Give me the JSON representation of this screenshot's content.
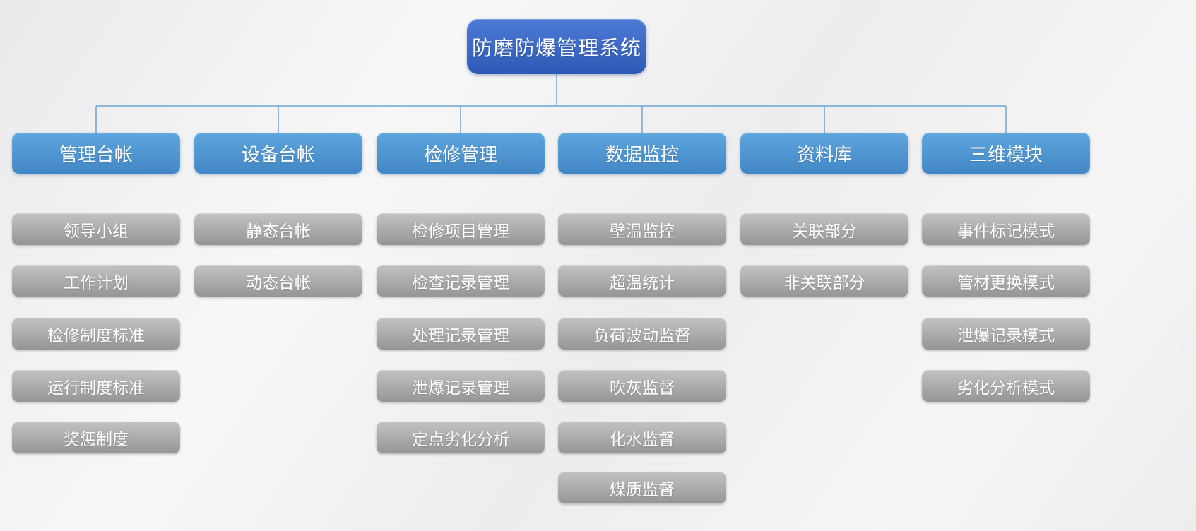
{
  "title": "防磨防爆管理系统",
  "colors": {
    "root_top": "#4c7bd6",
    "root_bottom": "#2e59b6",
    "branch_top": "#5ea6de",
    "branch_bottom": "#4287c5",
    "leaf_top": "#c2c2c2",
    "leaf_bottom": "#969696",
    "connector": "#6fa5d2",
    "text_white": "#ffffff"
  },
  "columns": [
    {
      "header": "管理台帐",
      "items": [
        "领导小组",
        "工作计划",
        "检修制度标准",
        "运行制度标准",
        "奖惩制度"
      ]
    },
    {
      "header": "设备台帐",
      "items": [
        "静态台帐",
        "动态台帐"
      ]
    },
    {
      "header": "检修管理",
      "items": [
        "检修项目管理",
        "检查记录管理",
        "处理记录管理",
        "泄爆记录管理",
        "定点劣化分析"
      ]
    },
    {
      "header": "数据监控",
      "items": [
        "壁温监控",
        "超温统计",
        "负荷波动监督",
        "吹灰监督",
        "化水监督",
        "煤质监督"
      ]
    },
    {
      "header": "资料库",
      "items": [
        "关联部分",
        "非关联部分"
      ]
    },
    {
      "header": "三维模块",
      "items": [
        "事件标记模式",
        "管材更换模式",
        "泄爆记录模式",
        "劣化分析模式"
      ]
    }
  ]
}
